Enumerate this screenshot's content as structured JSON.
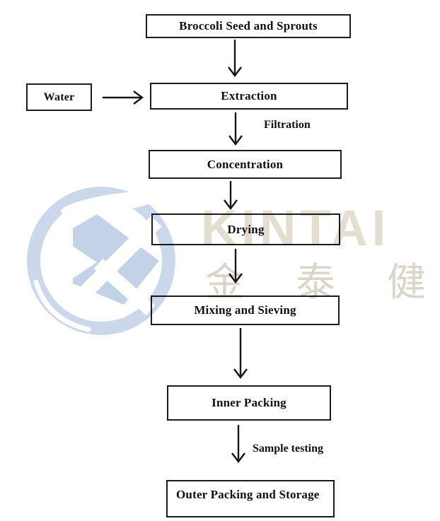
{
  "diagram": {
    "boxes": {
      "broccoli": {
        "label": "Broccoli Seed and Sprouts"
      },
      "water": {
        "label": "Water"
      },
      "extraction": {
        "label": "Extraction"
      },
      "concentration": {
        "label": "Concentration"
      },
      "drying": {
        "label": "Drying"
      },
      "mixing": {
        "label": "Mixing and Sieving"
      },
      "inner_packing": {
        "label": "Inner Packing"
      },
      "outer_packing": {
        "label": "Outer Packing and Storage"
      }
    },
    "edge_labels": {
      "filtration": {
        "label": "Filtration"
      },
      "sample_testing": {
        "label": "Sample testing"
      }
    }
  },
  "watermark": {
    "brand_latin": "KINTAI",
    "brand_cjk": "金 泰 健 康",
    "logo": "kintai-circle-k-logo"
  },
  "colors": {
    "box_border": "#1c1c1c",
    "box_fill": "#ffffff",
    "text_color": "#111111",
    "arrow_color": "#161616",
    "logo_blue": "#cbd8eb",
    "logo_blue_deep": "#c4d2e8",
    "text_beige": "#e4ded1",
    "cjk_beige": "#dbd5c8",
    "page_bg": "#ffffff"
  }
}
